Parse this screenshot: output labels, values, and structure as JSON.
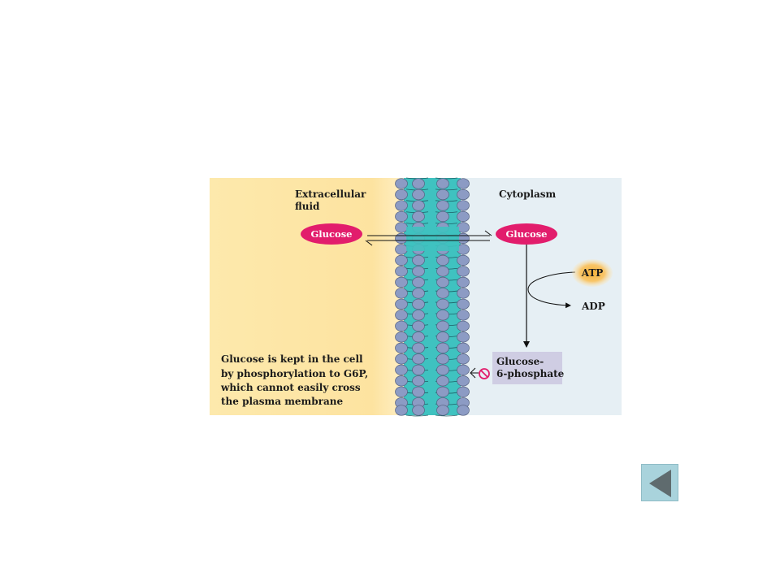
{
  "figure": {
    "extracellular_label": [
      "Extracellular",
      "fluid"
    ],
    "cytoplasm_label": "Cytoplasm",
    "glucose_outside": "Glucose",
    "glucose_inside": "Glucose",
    "atp": "ATP",
    "adp": "ADP",
    "g6p_label": [
      "Glucose-",
      "6-phosphate"
    ],
    "caption": [
      "Glucose is kept in the cell",
      "by phosphorylation to G6P,",
      "which cannot easily cross",
      "the plasma membrane"
    ]
  },
  "colors": {
    "extracellular_bg": "#fde7a6",
    "cytoplasm_bg": "#e6eff4",
    "membrane_tail": "#3fc2c0",
    "membrane_head": "#8c9bc4",
    "glucose_oval": "#e21d6c",
    "atp_glow": "#f6b23a",
    "g6p_box": "#cfcde3",
    "back_button": "#a9d3dc"
  },
  "navigation": {
    "back_icon": "triangle-left-icon"
  }
}
